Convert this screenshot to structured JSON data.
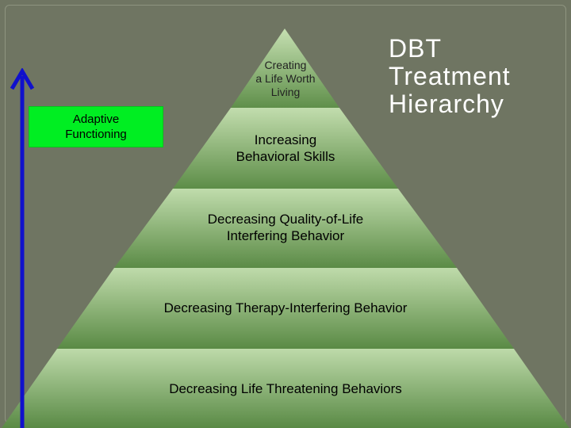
{
  "diagram": {
    "title": "DBT\nTreatment\nHierarchy",
    "tiers": [
      {
        "label": "Creating\na Life Worth\nLiving"
      },
      {
        "label": "Increasing\nBehavioral Skills"
      },
      {
        "label": "Decreasing Quality-of-Life\nInterfering Behavior"
      },
      {
        "label": "Decreasing Therapy-Interfering Behavior"
      },
      {
        "label": "Decreasing Life Threatening Behaviors"
      }
    ],
    "side_label": "Adaptive\nFunctioning",
    "colors": {
      "background": "#6f7562",
      "pyramid_light": "#bcd9a7",
      "pyramid_dark": "#5b8b47",
      "adaptive_box": "#00ee22",
      "arrow": "#1010cc",
      "title": "#ffffff"
    }
  }
}
